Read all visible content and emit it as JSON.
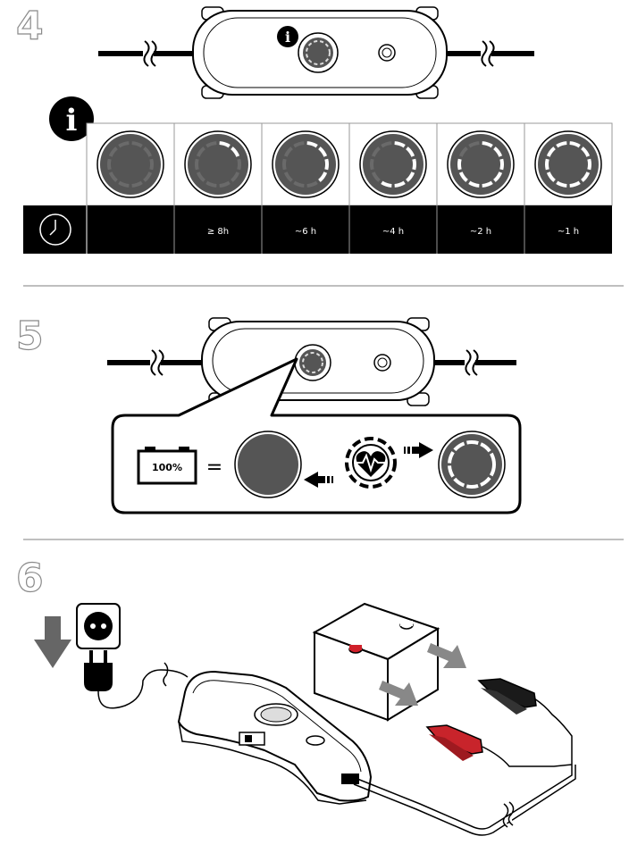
{
  "steps": {
    "step4": {
      "number": "4"
    },
    "step5": {
      "number": "5"
    },
    "step6": {
      "number": "6"
    }
  },
  "step4": {
    "info_glyph": "i",
    "table": {
      "header_icon": "clock-icon",
      "columns": [
        {
          "leds_lit": 0,
          "time_label": ""
        },
        {
          "leds_lit": 2,
          "time_label": "≥ 8h"
        },
        {
          "leds_lit": 4,
          "time_label": "~6 h"
        },
        {
          "leds_lit": 6,
          "time_label": "~4 h"
        },
        {
          "leds_lit": 8,
          "time_label": "~2 h"
        },
        {
          "leds_lit": 10,
          "time_label": "~1 h"
        }
      ]
    }
  },
  "step5": {
    "battery_label": "100%",
    "equals": "=",
    "icons": [
      "battery-icon",
      "heartbeat-icon",
      "arrow-left-icon",
      "arrow-right-icon"
    ]
  },
  "step6": {
    "icons": [
      "wall-socket-icon",
      "plug-icon",
      "down-arrow-icon",
      "battery-icon",
      "red-clamp-icon",
      "black-clamp-icon"
    ],
    "colors": {
      "positive_clamp": "#c8242b",
      "negative_clamp": "#1a1a1a",
      "terminal": "#d0202a"
    }
  }
}
